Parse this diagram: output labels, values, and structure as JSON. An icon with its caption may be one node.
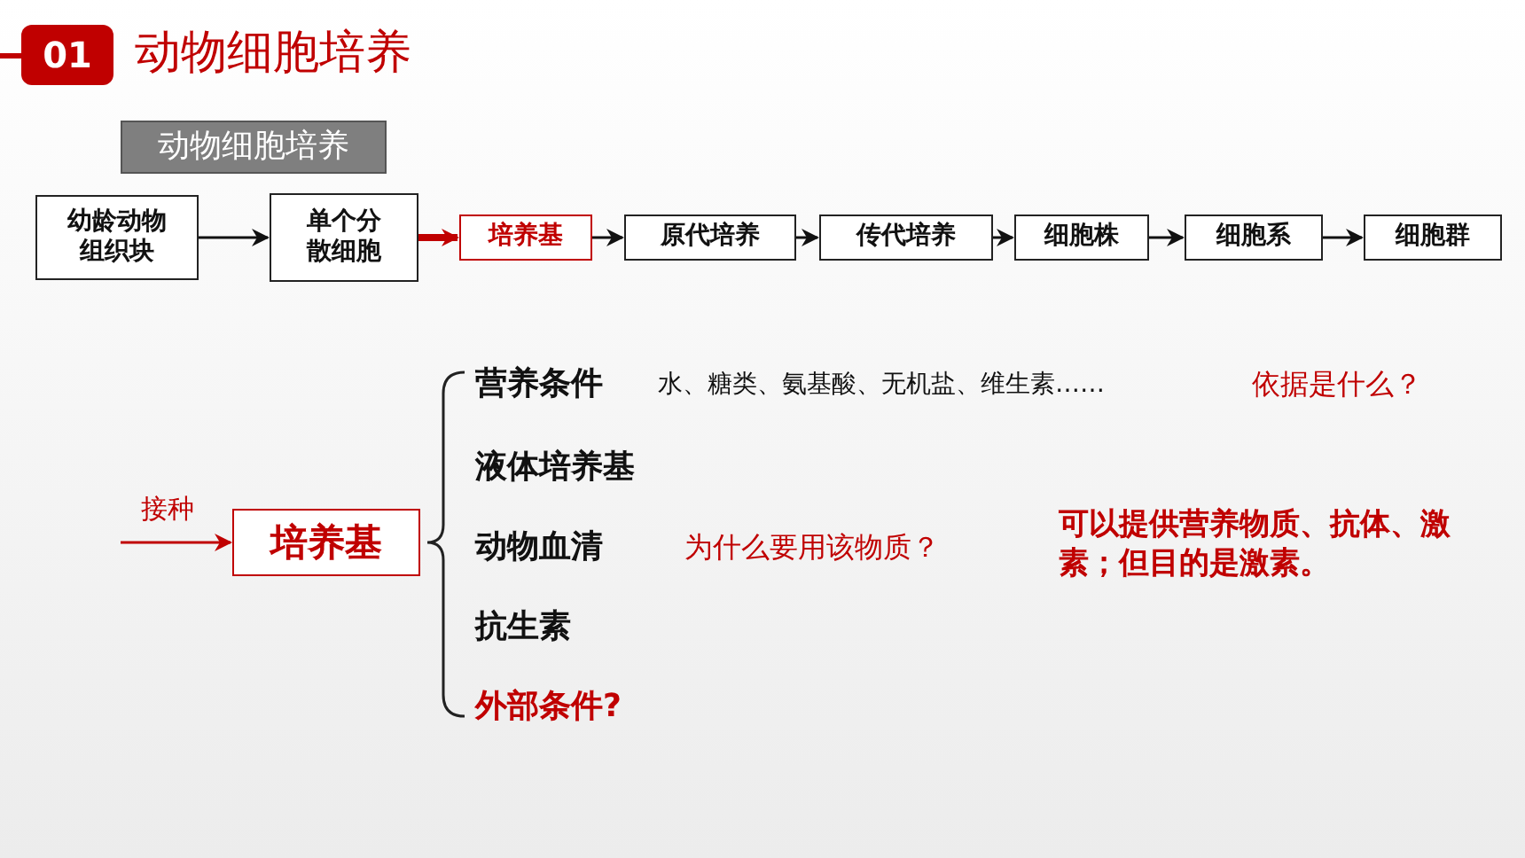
{
  "diagram": {
    "title": "动物细胞培养",
    "nodes": [
      {
        "text": [
          "01"
        ]
      },
      {
        "text": [
          "动物细胞培养"
        ]
      },
      {
        "text": [
          "幼龄动物组织块"
        ]
      },
      {
        "text": [
          "单个分散细胞"
        ]
      },
      {
        "text": [
          "培养基"
        ]
      },
      {
        "text": [
          "原代培养"
        ]
      },
      {
        "text": [
          "传代培养"
        ]
      },
      {
        "text": [
          "细胞株"
        ]
      },
      {
        "text": [
          "细胞系"
        ]
      },
      {
        "text": [
          "细胞群"
        ]
      },
      {
        "text": [
          "培养基"
        ]
      }
    ],
    "edges": [
      {
        "from": 2,
        "to": 3,
        "arrow": "to"
      },
      {
        "from": 3,
        "to": 4,
        "arrow": "to",
        "style": "thick",
        "color": "#c00000"
      },
      {
        "from": 4,
        "to": 5,
        "arrow": "to"
      },
      {
        "from": 5,
        "to": 6,
        "arrow": "to"
      },
      {
        "from": 6,
        "to": 7,
        "arrow": "to"
      },
      {
        "from": 7,
        "to": 8,
        "arrow": "to"
      },
      {
        "from": 8,
        "to": 9,
        "arrow": "to"
      },
      {
        "from": null,
        "to": 10,
        "arrow": "to",
        "label": "接种",
        "color": "#c00000"
      }
    ],
    "labels": [
      "营养条件",
      "水、糖类、氨基酸、无机盐、维生素……",
      "依据是什么？",
      "液体培养基",
      "动物血清",
      "为什么要用该物质？",
      "可以提供营养物质、抗体、激素；但目的是激素。",
      "抗生素",
      "外部条件?"
    ]
  }
}
